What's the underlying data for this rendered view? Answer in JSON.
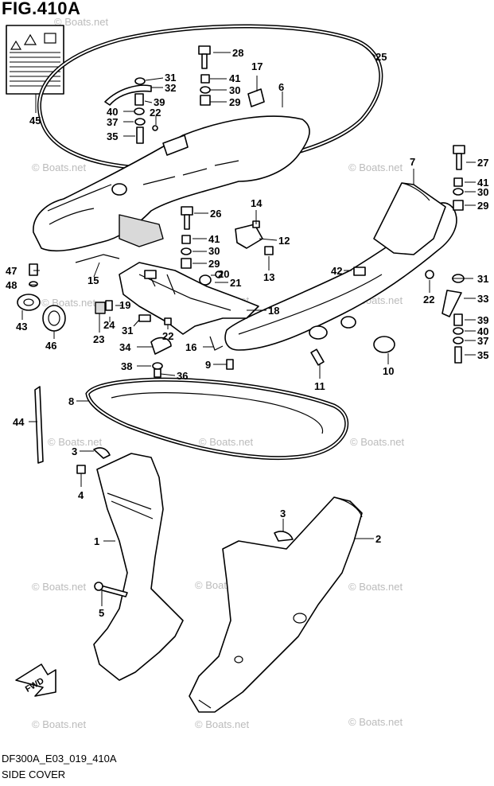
{
  "figure": {
    "title": "FIG.410A",
    "code": "DF300A_E03_019_410A",
    "caption": "SIDE COVER",
    "watermark": "© Boats.net",
    "fwd_label": "FWD"
  },
  "callouts": [
    {
      "id": "c28",
      "label": "28"
    },
    {
      "id": "c25",
      "label": "25"
    },
    {
      "id": "c17",
      "label": "17"
    },
    {
      "id": "c31a",
      "label": "31"
    },
    {
      "id": "c32",
      "label": "32"
    },
    {
      "id": "c41a",
      "label": "41"
    },
    {
      "id": "c30a",
      "label": "30"
    },
    {
      "id": "c29a",
      "label": "29"
    },
    {
      "id": "c6",
      "label": "6"
    },
    {
      "id": "c39a",
      "label": "39"
    },
    {
      "id": "c40a",
      "label": "40"
    },
    {
      "id": "c22a",
      "label": "22"
    },
    {
      "id": "c37a",
      "label": "37"
    },
    {
      "id": "c35a",
      "label": "35"
    },
    {
      "id": "c45",
      "label": "45"
    },
    {
      "id": "c27",
      "label": "27"
    },
    {
      "id": "c7",
      "label": "7"
    },
    {
      "id": "c41b",
      "label": "41"
    },
    {
      "id": "c30b",
      "label": "30"
    },
    {
      "id": "c29b",
      "label": "29"
    },
    {
      "id": "c26",
      "label": "26"
    },
    {
      "id": "c14",
      "label": "14"
    },
    {
      "id": "c41c",
      "label": "41"
    },
    {
      "id": "c30c",
      "label": "30"
    },
    {
      "id": "c29c",
      "label": "29"
    },
    {
      "id": "c12",
      "label": "12"
    },
    {
      "id": "c47",
      "label": "47"
    },
    {
      "id": "c48",
      "label": "48"
    },
    {
      "id": "c15",
      "label": "15"
    },
    {
      "id": "c20",
      "label": "20"
    },
    {
      "id": "c21",
      "label": "21"
    },
    {
      "id": "c13",
      "label": "13"
    },
    {
      "id": "c42",
      "label": "42"
    },
    {
      "id": "c31b",
      "label": "31"
    },
    {
      "id": "c22b",
      "label": "22"
    },
    {
      "id": "c33",
      "label": "33"
    },
    {
      "id": "c43",
      "label": "43"
    },
    {
      "id": "c19",
      "label": "19"
    },
    {
      "id": "c24",
      "label": "24"
    },
    {
      "id": "c18",
      "label": "18"
    },
    {
      "id": "c46",
      "label": "46"
    },
    {
      "id": "c23",
      "label": "23"
    },
    {
      "id": "c31c",
      "label": "31"
    },
    {
      "id": "c22c",
      "label": "22"
    },
    {
      "id": "c39b",
      "label": "39"
    },
    {
      "id": "c40b",
      "label": "40"
    },
    {
      "id": "c37b",
      "label": "37"
    },
    {
      "id": "c35b",
      "label": "35"
    },
    {
      "id": "c34",
      "label": "34"
    },
    {
      "id": "c16",
      "label": "16"
    },
    {
      "id": "c9",
      "label": "9"
    },
    {
      "id": "c10",
      "label": "10"
    },
    {
      "id": "c38",
      "label": "38"
    },
    {
      "id": "c36",
      "label": "36"
    },
    {
      "id": "c11",
      "label": "11"
    },
    {
      "id": "c8",
      "label": "8"
    },
    {
      "id": "c44",
      "label": "44"
    },
    {
      "id": "c3a",
      "label": "3"
    },
    {
      "id": "c4",
      "label": "4"
    },
    {
      "id": "c1",
      "label": "1"
    },
    {
      "id": "c3b",
      "label": "3"
    },
    {
      "id": "c2",
      "label": "2"
    },
    {
      "id": "c5",
      "label": "5"
    }
  ]
}
